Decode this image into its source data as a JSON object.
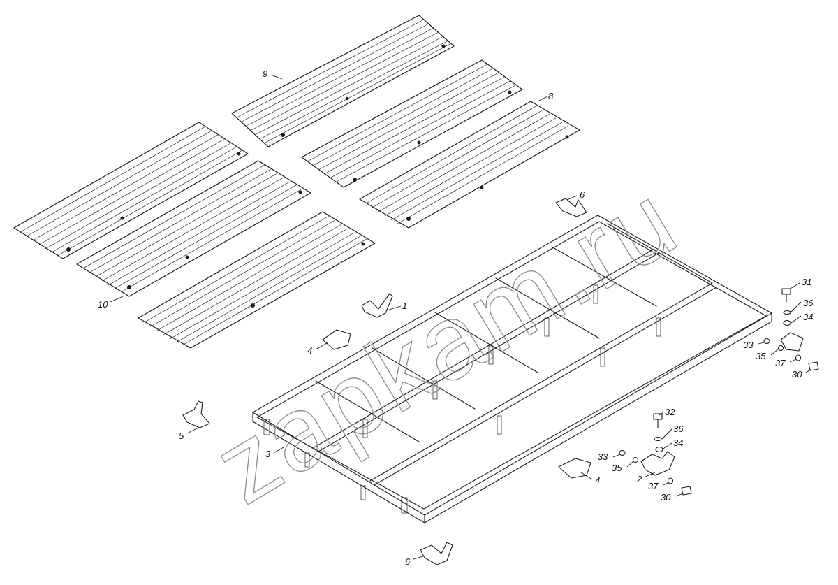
{
  "watermark": "zapkam.ru",
  "callouts": [
    "1",
    "2",
    "3",
    "4",
    "5",
    "6",
    "8",
    "9",
    "10",
    "30",
    "31",
    "32",
    "33",
    "34",
    "35",
    "36",
    "37"
  ]
}
